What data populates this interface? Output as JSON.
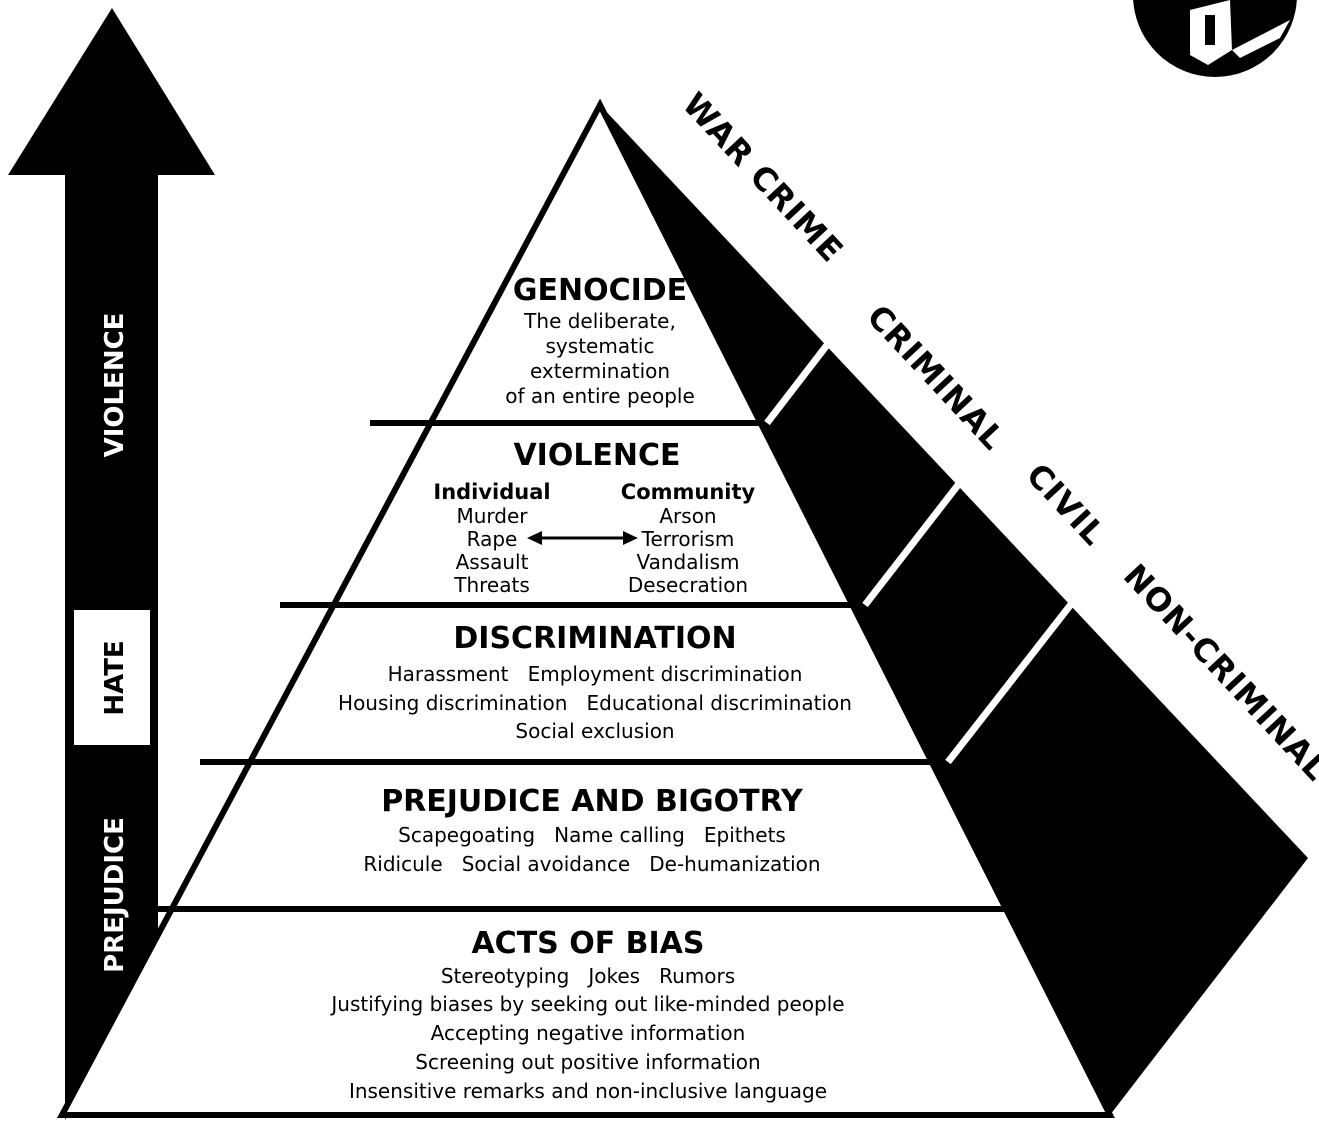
{
  "axis": {
    "labels": [
      "PREJUDICE",
      "HATE",
      "VIOLENCE"
    ]
  },
  "side_labels": [
    "WAR CRIME",
    "CRIMINAL",
    "CIVIL",
    "NON-CRIMINAL"
  ],
  "tiers": [
    {
      "title": "GENOCIDE",
      "lines": [
        "The deliberate,",
        "systematic",
        "extermination",
        "of an entire people"
      ]
    },
    {
      "title": "VIOLENCE",
      "columns": [
        {
          "heading": "Individual",
          "items": [
            "Murder",
            "Rape",
            "Assault",
            "Threats"
          ]
        },
        {
          "heading": "Community",
          "items": [
            "Arson",
            "Terrorism",
            "Vandalism",
            "Desecration"
          ]
        }
      ]
    },
    {
      "title": "DISCRIMINATION",
      "lines": [
        "Harassment   Employment discrimination",
        "Housing discrimination   Educational discrimination",
        "Social exclusion"
      ]
    },
    {
      "title": "PREJUDICE AND BIGOTRY",
      "lines": [
        "Scapegoating   Name calling   Epithets",
        "Ridicule   Social avoidance   De-humanization"
      ]
    },
    {
      "title": "ACTS OF BIAS",
      "lines": [
        "Stereotyping   Jokes   Rumors",
        "Justifying biases by seeking out like-minded people",
        "Accepting negative information",
        "Screening out positive information",
        "Insensitive remarks and non-inclusive language"
      ]
    }
  ]
}
